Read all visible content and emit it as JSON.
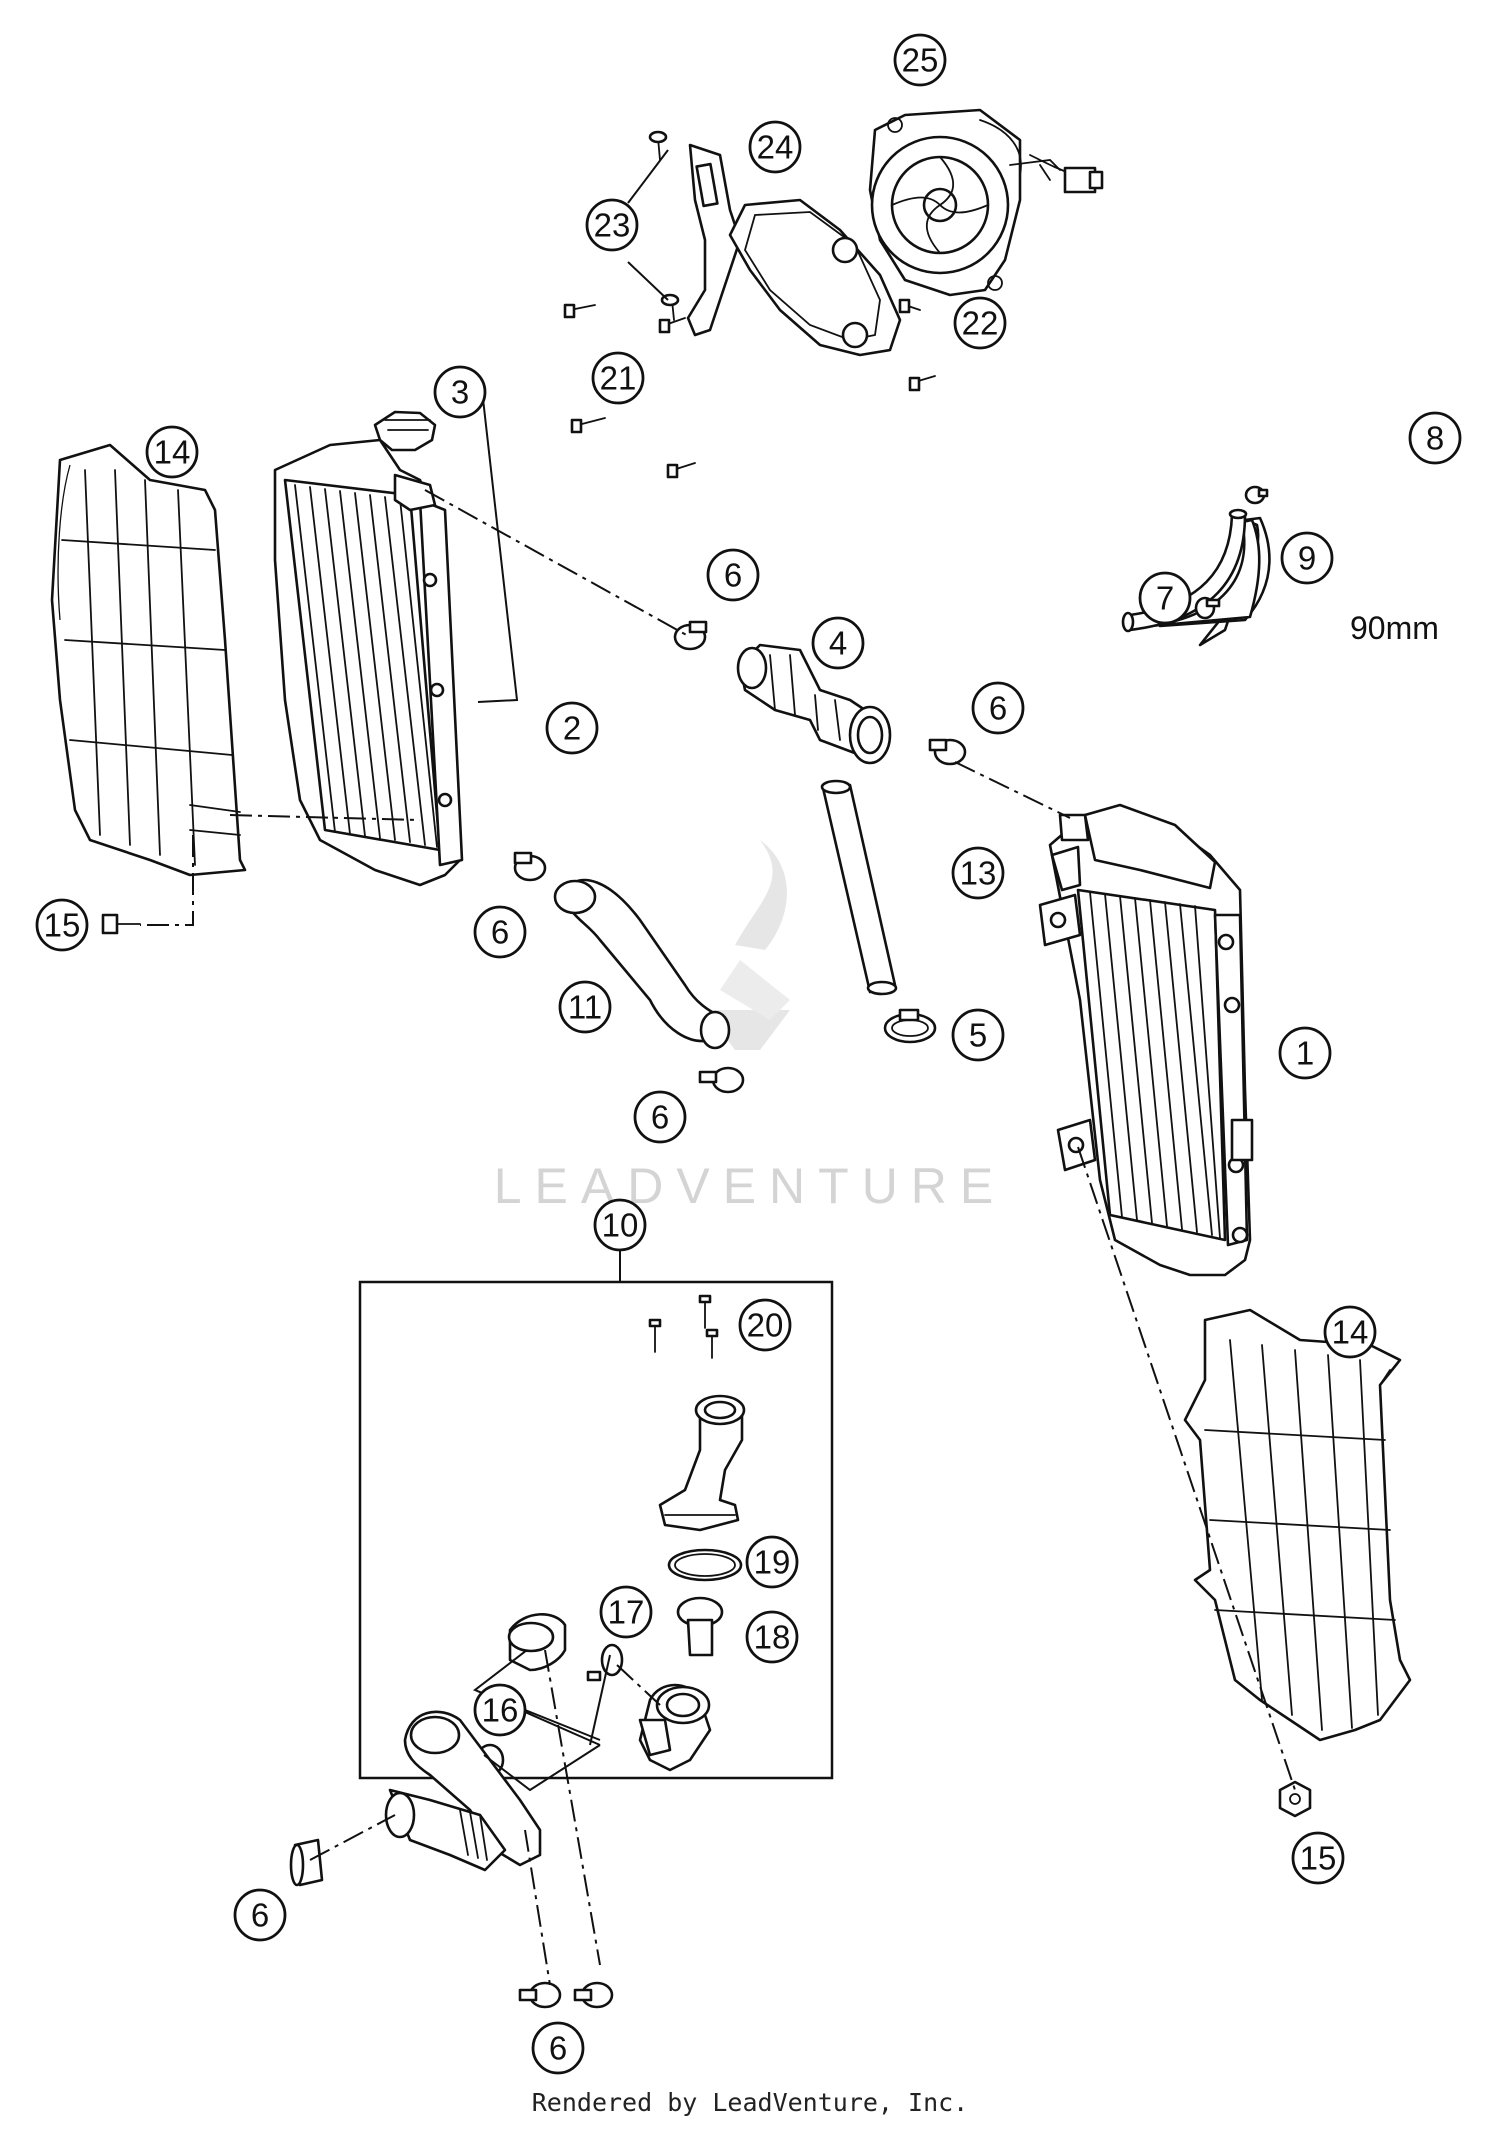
{
  "callouts": [
    {
      "id": "c1",
      "label": "1"
    },
    {
      "id": "c2",
      "label": "2"
    },
    {
      "id": "c3",
      "label": "3"
    },
    {
      "id": "c4",
      "label": "4"
    },
    {
      "id": "c5",
      "label": "5"
    },
    {
      "id": "c6a",
      "label": "6"
    },
    {
      "id": "c6b",
      "label": "6"
    },
    {
      "id": "c6c",
      "label": "6"
    },
    {
      "id": "c6d",
      "label": "6"
    },
    {
      "id": "c6e",
      "label": "6"
    },
    {
      "id": "c6f",
      "label": "6"
    },
    {
      "id": "c7",
      "label": "7"
    },
    {
      "id": "c8",
      "label": "8"
    },
    {
      "id": "c9",
      "label": "9"
    },
    {
      "id": "c10",
      "label": "10"
    },
    {
      "id": "c11",
      "label": "11"
    },
    {
      "id": "c13",
      "label": "13"
    },
    {
      "id": "c14a",
      "label": "14"
    },
    {
      "id": "c14b",
      "label": "14"
    },
    {
      "id": "c15a",
      "label": "15"
    },
    {
      "id": "c15b",
      "label": "15"
    },
    {
      "id": "c16",
      "label": "16"
    },
    {
      "id": "c17",
      "label": "17"
    },
    {
      "id": "c18",
      "label": "18"
    },
    {
      "id": "c19",
      "label": "19"
    },
    {
      "id": "c20",
      "label": "20"
    },
    {
      "id": "c21",
      "label": "21"
    },
    {
      "id": "c22",
      "label": "22"
    },
    {
      "id": "c23",
      "label": "23"
    },
    {
      "id": "c24",
      "label": "24"
    },
    {
      "id": "c25",
      "label": "25"
    }
  ],
  "dimension_label": "90mm",
  "watermark": "LEADVENTURE",
  "footer": "Rendered by LeadVenture, Inc."
}
